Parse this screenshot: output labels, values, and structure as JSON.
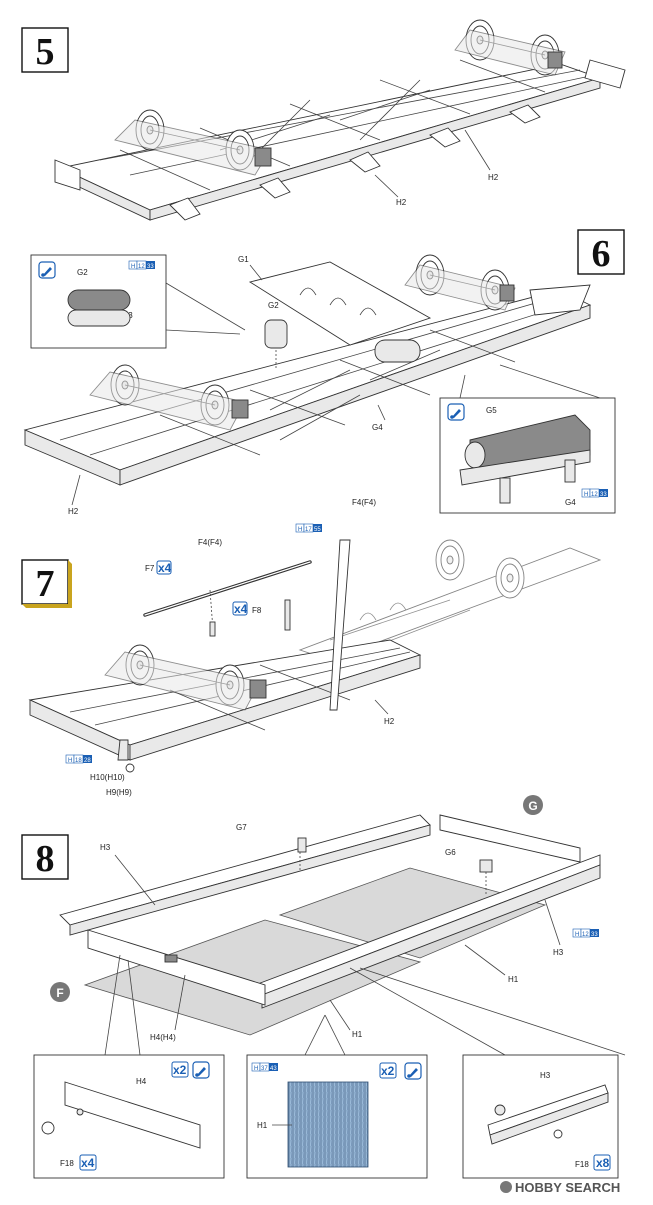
{
  "steps": [
    {
      "number": "5",
      "labels": {
        "h2_a": "H2",
        "h2_b": "H2"
      }
    },
    {
      "number": "6",
      "labels": {
        "g1": "G1",
        "g2": "G2",
        "g4": "G4",
        "h2": "H2"
      },
      "callout_left": {
        "g2": "G2",
        "g3": "G3",
        "code_letter": "H",
        "code_a": "12",
        "code_b": "33"
      },
      "callout_right": {
        "g5": "G5",
        "g4": "G4",
        "code_letter": "H",
        "code_a": "12",
        "code_b": "33"
      }
    },
    {
      "number": "7",
      "labels": {
        "f7": "F7",
        "f7_qty": "x4",
        "f4a": "F4(F4)",
        "f4b": "F4(F4)",
        "f8": "F8",
        "f8_qty": "x4",
        "h2": "H2",
        "h10": "H10(H10)",
        "h9": "H9(H9)",
        "code_top_letter": "H",
        "code_top_a": "17",
        "code_top_b": "55",
        "code_bot_letter": "H",
        "code_bot_a": "18",
        "code_bot_b": "28"
      }
    },
    {
      "number": "8",
      "labels": {
        "g7": "G7",
        "g6": "G6",
        "h3a": "H3",
        "h3b": "H3",
        "h1a": "H1",
        "h1b": "H1",
        "h4": "H4(H4)",
        "marker_g": "G",
        "marker_f": "F",
        "code_letter": "H",
        "code_a": "12",
        "code_b": "33"
      },
      "detail_left": {
        "h4": "H4",
        "qty": "x2",
        "f18": "F18",
        "f18_qty": "x4"
      },
      "detail_mid": {
        "h1": "H1",
        "qty": "x2",
        "code_letter": "H",
        "code_a": "37",
        "code_b": "43"
      },
      "detail_right": {
        "h3": "H3",
        "f18": "F18",
        "f18_qty": "x8"
      }
    }
  ],
  "watermark": {
    "brand": "HOBBY SEARCH"
  },
  "icons": {
    "paint": "paint-brush-icon",
    "logo": "hobbysearch-logo-icon"
  },
  "colors": {
    "accent": "#1a5fb4",
    "marker": "#777777"
  }
}
